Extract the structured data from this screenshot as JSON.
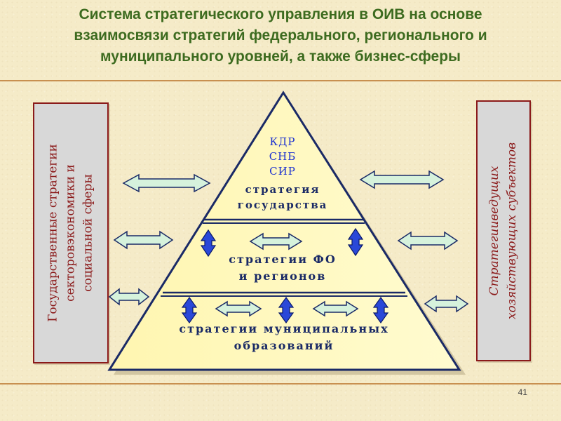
{
  "title": {
    "lines": [
      "Система стратегического управления в ОИВ на основе",
      "взаимосвязи стратегий федерального, регионального и",
      "муниципального уровней, а также бизнес-сферы"
    ]
  },
  "left_box": {
    "lines": [
      "Государственные стратегии",
      "секторовэкономики и",
      "социальной сферы"
    ]
  },
  "right_box": {
    "lines": [
      "Стратегииведущих",
      "хозяйствующих субъектов"
    ]
  },
  "pyramid": {
    "top": {
      "codes": [
        "КДР",
        "СНБ",
        "СИР"
      ],
      "lines": [
        "стратегия",
        "государства"
      ]
    },
    "middle": {
      "lines": [
        "стратегии ФО",
        "и регионов"
      ]
    },
    "bottom": {
      "lines": [
        "стратегии муниципальных",
        "образований"
      ]
    }
  },
  "page_number": "41",
  "colors": {
    "title": "#3d6b1f",
    "box_border": "#8b1a1a",
    "pyramid_fill": "#fff8b8",
    "arrow_fill_green": "#d6f2dc",
    "arrow_fill_blue": "#2a48d8"
  }
}
